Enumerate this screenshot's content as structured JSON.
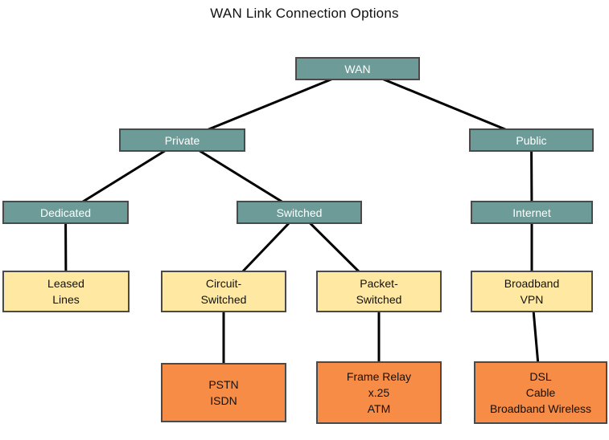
{
  "title": "WAN Link Connection Options",
  "colors": {
    "teal": "#6d9c98",
    "yellow": "#ffe9a2",
    "orange": "#f78c46",
    "line": "#000000",
    "border": "#4a4a4a"
  },
  "nodes": {
    "wan": {
      "label": "WAN"
    },
    "private": {
      "label": "Private"
    },
    "public": {
      "label": "Public"
    },
    "dedicated": {
      "label": "Dedicated"
    },
    "switched": {
      "label": "Switched"
    },
    "internet": {
      "label": "Internet"
    },
    "leased": {
      "label": "Leased\nLines"
    },
    "circuit": {
      "label": "Circuit-\nSwitched"
    },
    "packet": {
      "label": "Packet-\nSwitched"
    },
    "vpn": {
      "label": "Broadband\nVPN"
    },
    "pstn": {
      "label": "PSTN\nISDN"
    },
    "frame": {
      "label": "Frame Relay\nx.25\nATM"
    },
    "dsl": {
      "label": "DSL\nCable\nBroadband Wireless"
    }
  },
  "edges": [
    {
      "from": "wan",
      "to": "private"
    },
    {
      "from": "wan",
      "to": "public"
    },
    {
      "from": "private",
      "to": "dedicated"
    },
    {
      "from": "private",
      "to": "switched"
    },
    {
      "from": "public",
      "to": "internet"
    },
    {
      "from": "dedicated",
      "to": "leased"
    },
    {
      "from": "switched",
      "to": "circuit"
    },
    {
      "from": "switched",
      "to": "packet"
    },
    {
      "from": "internet",
      "to": "vpn"
    },
    {
      "from": "circuit",
      "to": "pstn"
    },
    {
      "from": "packet",
      "to": "frame"
    },
    {
      "from": "vpn",
      "to": "dsl"
    }
  ]
}
